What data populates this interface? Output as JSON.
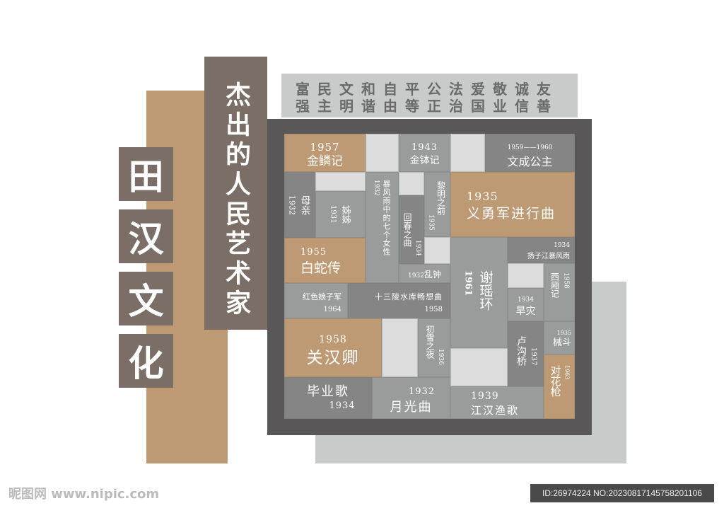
{
  "title_chars": [
    "田",
    "汉",
    "文",
    "化"
  ],
  "subtitle": "杰出的人民艺术家",
  "values_row1": "富民文和自平公法爱敬诚友",
  "values_row2": "强主明谐由等正治国业信善",
  "works": {
    "jinlinji": {
      "year": "1957",
      "name": "金鳞记"
    },
    "jinboji": {
      "year": "1943",
      "name": "金钵记"
    },
    "wencheng": {
      "year": "1959——1960",
      "name": "文成公主"
    },
    "muqin": {
      "year": "1932",
      "name": "母亲"
    },
    "zizi": {
      "year": "1931",
      "name": "姊姊"
    },
    "baofengyu": {
      "year": "1932",
      "name": "暴风雨中的七个女性"
    },
    "huichun": {
      "year": "1934",
      "name": "回春之曲"
    },
    "liming": {
      "year": "1935",
      "name": "黎明之前"
    },
    "luanzhong": {
      "year": "1932",
      "name": "乱钟"
    },
    "baishe": {
      "year": "1955",
      "name": "白蛇传"
    },
    "yiyongjun": {
      "year": "1935",
      "name": "义勇军进行曲"
    },
    "xieyaohuan": {
      "year": "1961",
      "name": "谢瑶环"
    },
    "yangzijiang": {
      "year": "1934",
      "name": "扬子江暴风雨"
    },
    "hanzai": {
      "year": "1934",
      "name": "旱灾"
    },
    "xixiang": {
      "year": "1958",
      "name": "西厢记"
    },
    "lugouqiao": {
      "year": "1937",
      "name": "卢沟桥"
    },
    "xiedou": {
      "year": "1935",
      "name": "械斗"
    },
    "duihuaqiang": {
      "year": "1963",
      "name": "对花枪"
    },
    "hongse": {
      "year": "1964",
      "name": "红色娘子军"
    },
    "shisanling": {
      "year": "1958",
      "name": "十三陵水库畅想曲"
    },
    "guanhanqing": {
      "year": "1958",
      "name": "关汉卿"
    },
    "chuxue": {
      "year": "1936",
      "name": "初雪之夜"
    },
    "biyege": {
      "year": "1934",
      "name": "毕业歌"
    },
    "yueguang": {
      "year": "1932",
      "name": "月光曲"
    },
    "jianghan": {
      "year": "1939",
      "name": "江汉渔歌"
    }
  },
  "watermark_left": "昵图网 www.nipic.com",
  "watermark_right": "ID:26974224 NO:20230817145758201106",
  "colors": {
    "tan": "#bd9a74",
    "brown": "#7a6e66",
    "frame": "#595757",
    "gray": "#9a9b9b"
  }
}
